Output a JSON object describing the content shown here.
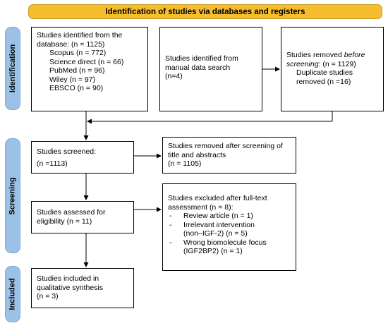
{
  "header": "Identification of studies via databases and registers",
  "phases": {
    "identification": "Identification",
    "screening": "Screening",
    "included": "Included"
  },
  "boxes": {
    "database": {
      "title_line1": "Studies identified from the",
      "title_line2": "database: (n = 1125)",
      "sources": [
        "Scopus (n = 772)",
        "Science direct (n = 66)",
        "PubMed (n = 96)",
        "Wiley (n = 97)",
        "EBSCO (n = 90)"
      ]
    },
    "manual": {
      "line1": "Studies identified from",
      "line2": "manual data search",
      "line3": "(n=4)"
    },
    "removed_before": {
      "line1_a": "Studies removed ",
      "line1_b": "before",
      "line2_a": "screening",
      "line2_b": ": (n = 1129)",
      "line3": "Duplicate studies",
      "line4": "removed (n =16)"
    },
    "screened": {
      "line1": "Studies screened:",
      "line2": "(n =1113)"
    },
    "removed_after": {
      "line1": "Studies removed after screening of",
      "line2": "title and abstracts",
      "line3": "(n = 1105)"
    },
    "eligibility": {
      "line1": "Studies assessed for",
      "line2": "eligibility (n = 11)"
    },
    "excluded": {
      "line1": "Studies excluded after full-text",
      "line2": "assessment (n = 8):",
      "reason1": "Review article (n = 1)",
      "reason2_a": "Irrelevant intervention",
      "reason2_b": "(non–IGF-2) (n = 5)",
      "reason3_a": "Wrong biomolecule focus",
      "reason3_b": "(IGF2BP2) (n = 1)"
    },
    "included": {
      "line1": "Studies included in",
      "line2": "qualitative synthesis",
      "line3": "(n = 3)"
    }
  }
}
